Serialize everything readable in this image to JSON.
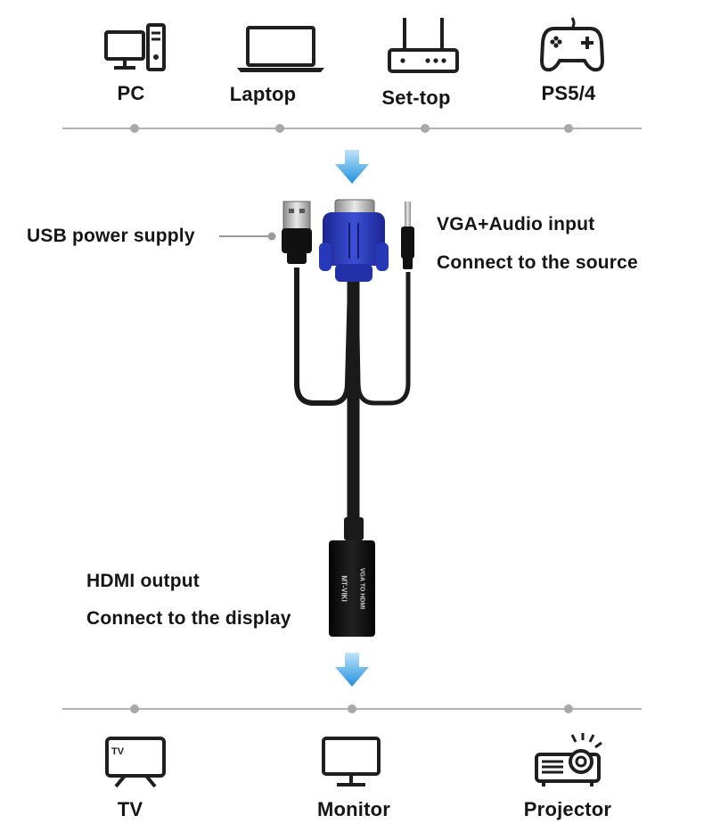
{
  "sources": [
    {
      "label": "PC",
      "icon": "desktop-pc-icon"
    },
    {
      "label": "Laptop",
      "icon": "laptop-icon"
    },
    {
      "label": "Set-top",
      "icon": "set-top-box-icon"
    },
    {
      "label": "PS5/4",
      "icon": "gamepad-icon"
    }
  ],
  "displays": [
    {
      "label": "TV",
      "icon": "tv-icon"
    },
    {
      "label": "Monitor",
      "icon": "monitor-icon"
    },
    {
      "label": "Projector",
      "icon": "projector-icon"
    }
  ],
  "callouts": {
    "usb_power": "USB power supply",
    "vga_audio_title": "VGA+Audio input",
    "vga_audio_sub": "Connect to the source",
    "hdmi_title": "HDMI output",
    "hdmi_sub": "Connect to the display"
  },
  "adapter": {
    "brand": "MT-VIKI",
    "model": "VGA TO HDMI"
  },
  "colors": {
    "arrow": "#2b9be0",
    "vga_connector": "#2330a8",
    "cable": "#1a1a1a",
    "rule": "#b3b3b3"
  }
}
